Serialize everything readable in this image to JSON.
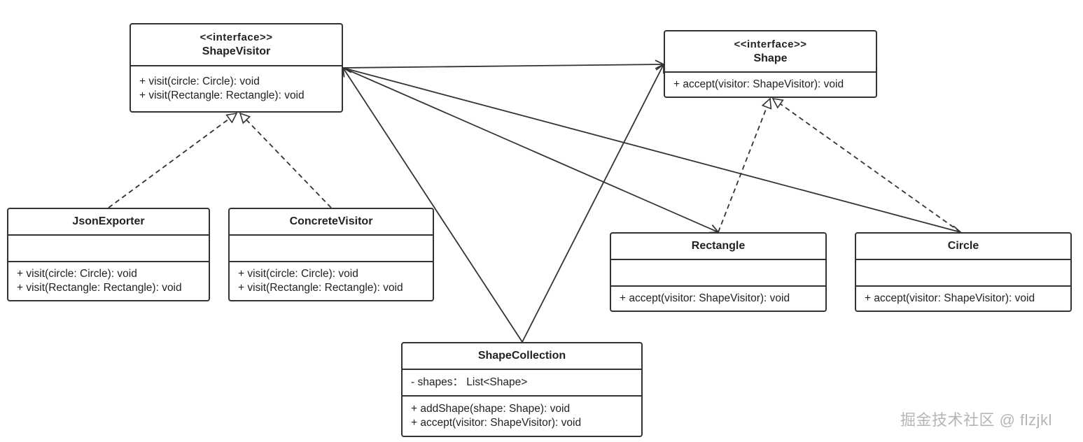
{
  "classes": {
    "shape_visitor": {
      "stereotype": "<<interface>>",
      "name": "ShapeVisitor",
      "attributes": [],
      "operations": [
        "+ visit(circle: Circle): void",
        "+ visit(Rectangle: Rectangle): void"
      ]
    },
    "shape": {
      "stereotype": "<<interface>>",
      "name": "Shape",
      "attributes": [],
      "operations": [
        "+ accept(visitor: ShapeVisitor): void"
      ]
    },
    "json_exporter": {
      "name": "JsonExporter",
      "attributes": [],
      "operations": [
        "+ visit(circle: Circle): void",
        "+ visit(Rectangle: Rectangle): void"
      ]
    },
    "concrete_visitor": {
      "name": "ConcreteVisitor",
      "attributes": [],
      "operations": [
        "+ visit(circle: Circle): void",
        "+ visit(Rectangle: Rectangle): void"
      ]
    },
    "rectangle": {
      "name": "Rectangle",
      "attributes": [],
      "operations": [
        "+ accept(visitor: ShapeVisitor): void"
      ]
    },
    "circle": {
      "name": "Circle",
      "attributes": [],
      "operations": [
        "+ accept(visitor: ShapeVisitor): void"
      ]
    },
    "shape_collection": {
      "name": "ShapeCollection",
      "attributes": [
        "- shapes： List<Shape>"
      ],
      "operations": [
        "+ addShape(shape: Shape): void",
        "+ accept(visitor: ShapeVisitor): void"
      ]
    }
  },
  "relations": [
    {
      "from": "json_exporter",
      "to": "shape_visitor",
      "kind": "realization"
    },
    {
      "from": "concrete_visitor",
      "to": "shape_visitor",
      "kind": "realization"
    },
    {
      "from": "rectangle",
      "to": "shape",
      "kind": "realization"
    },
    {
      "from": "circle",
      "to": "shape",
      "kind": "realization"
    },
    {
      "from": "shape_collection",
      "to": "shape_visitor",
      "kind": "association"
    },
    {
      "from": "shape_collection",
      "to": "shape",
      "kind": "association"
    },
    {
      "from": "shape_visitor",
      "to": "shape",
      "kind": "association"
    },
    {
      "from": "shape_visitor",
      "to": "rectangle",
      "kind": "association"
    },
    {
      "from": "shape_visitor",
      "to": "circle",
      "kind": "association"
    }
  ],
  "colors": {
    "line": "#333333",
    "watermark": "#b5b5b5"
  },
  "watermark": "掘金技术社区 @ flzjkl"
}
